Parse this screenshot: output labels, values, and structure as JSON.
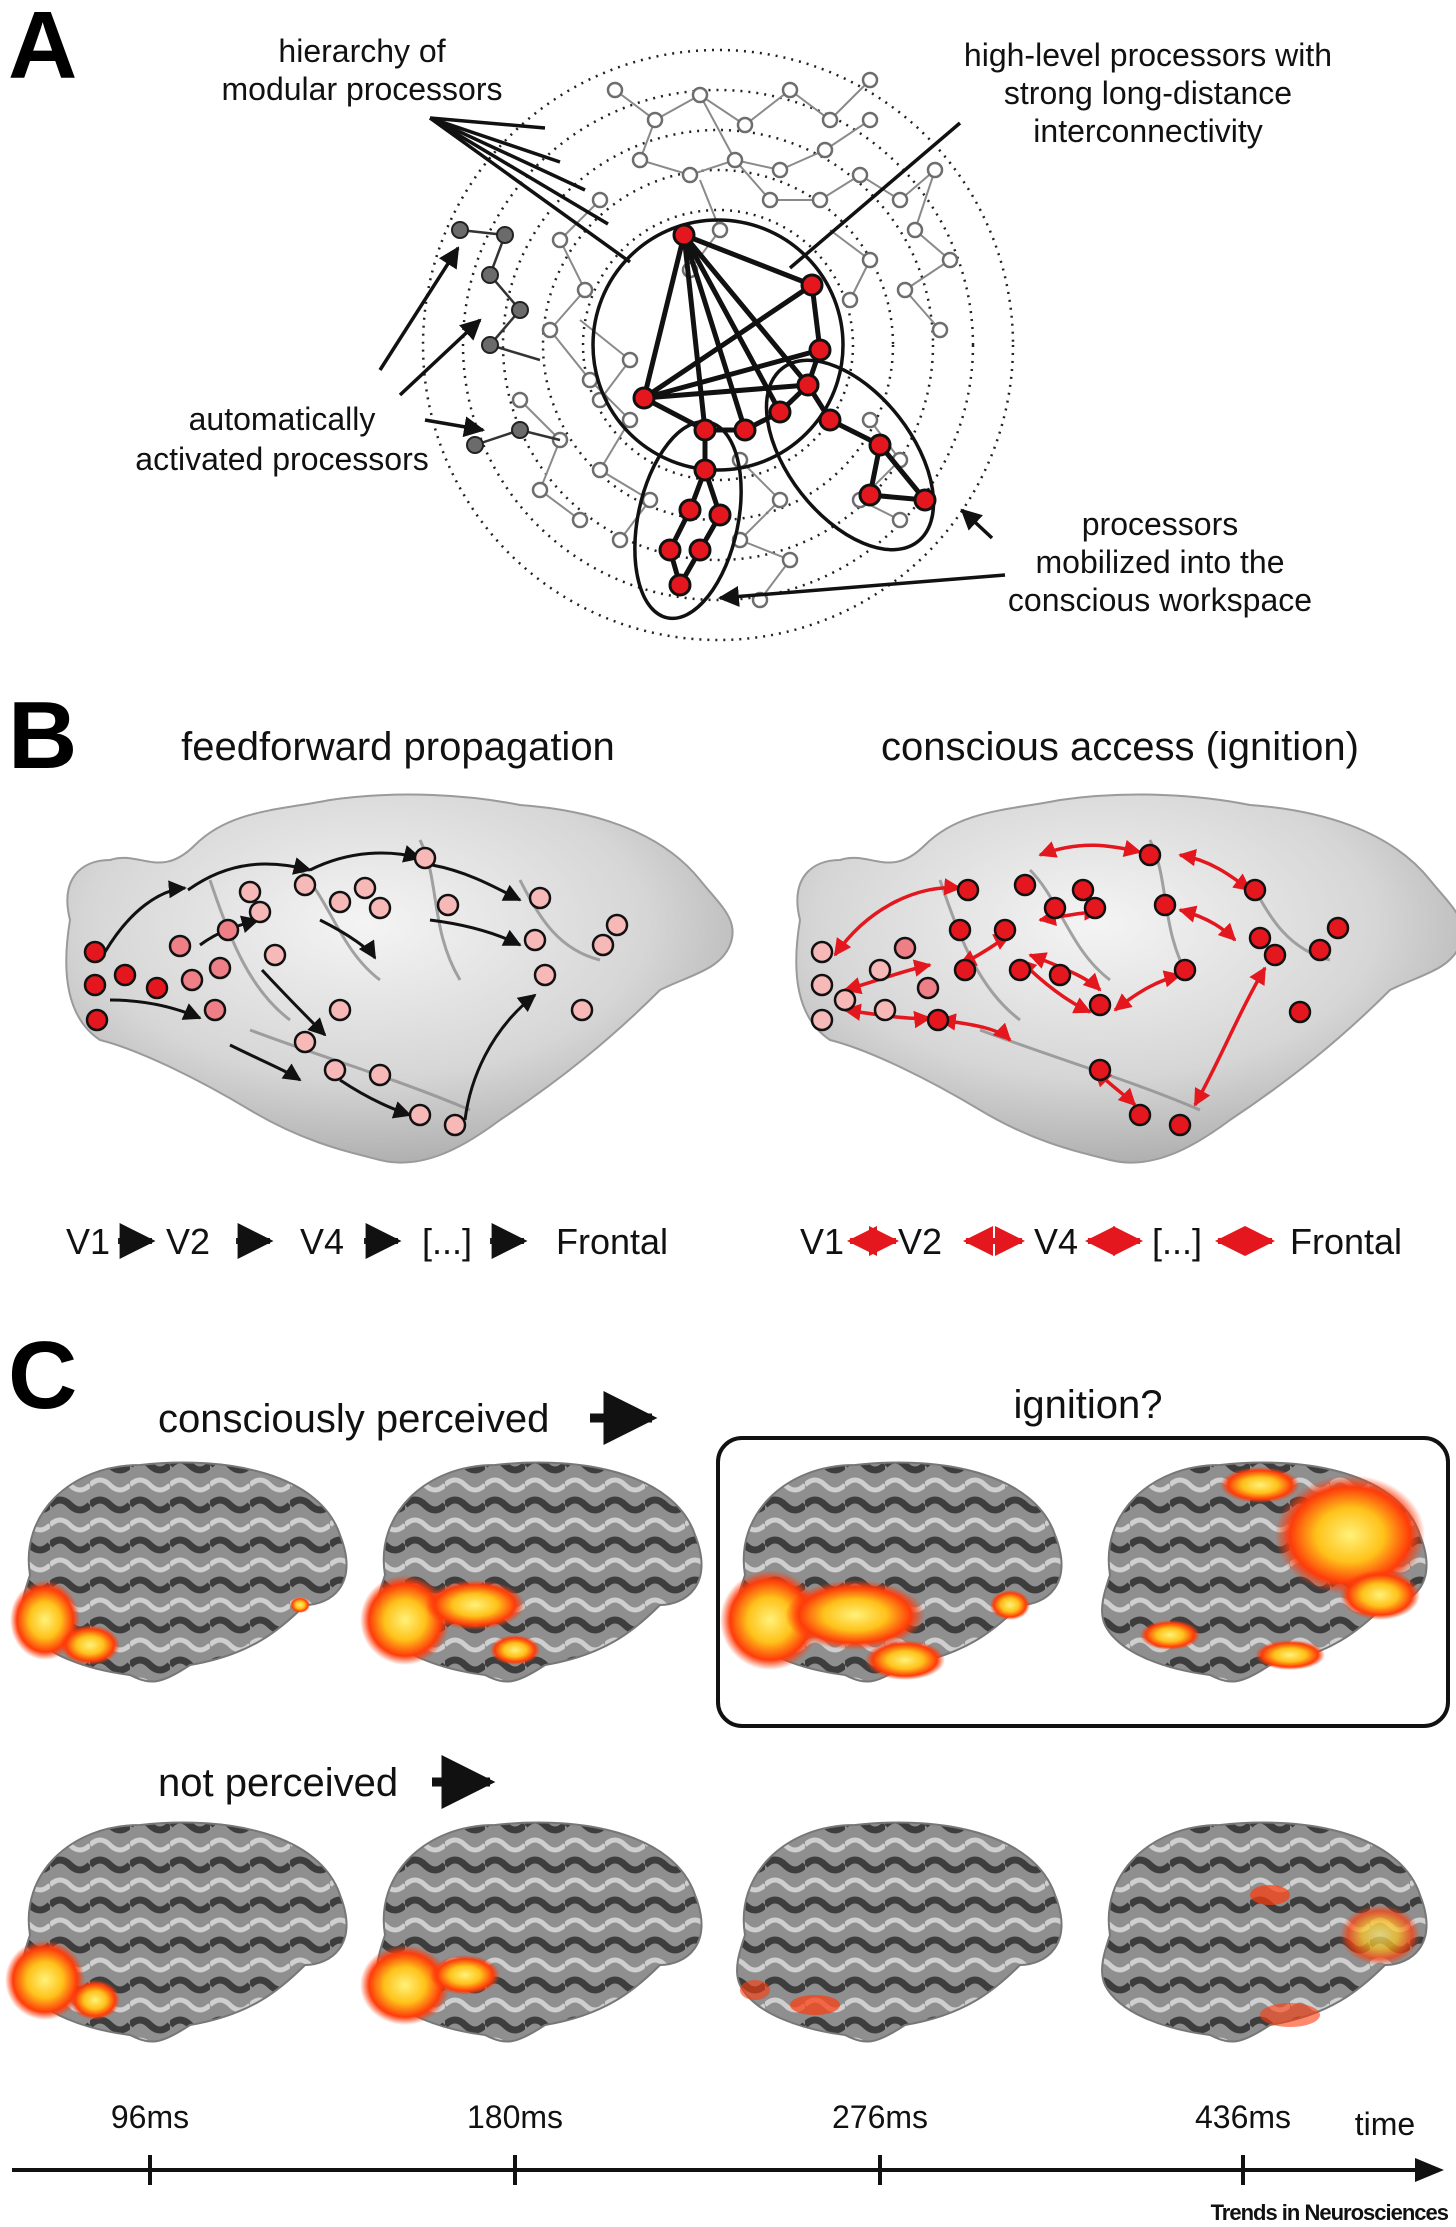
{
  "panel_a": {
    "letter": "A",
    "label_hierarchy_1": "hierarchy of",
    "label_hierarchy_2": "modular processors",
    "label_highlevel_1": "high-level processors with",
    "label_highlevel_2": "strong long-distance",
    "label_highlevel_3": "interconnectivity",
    "label_auto_1": "automatically",
    "label_auto_2": "activated processors",
    "label_mobilized_1": "processors",
    "label_mobilized_2": "mobilized into the",
    "label_mobilized_3": "conscious workspace"
  },
  "panel_b": {
    "letter": "B",
    "title_left": "feedforward propagation",
    "title_right": "conscious access (ignition)",
    "left_sequence": [
      "V1",
      "V2",
      "V4",
      "[...]",
      "Frontal"
    ],
    "right_sequence": [
      "V1",
      "V2",
      "V4",
      "[...]",
      "Frontal"
    ]
  },
  "panel_c": {
    "letter": "C",
    "label_perceived": "consciously perceived",
    "label_not_perceived": "not perceived",
    "label_ignition": "ignition?",
    "time_labels": [
      "96ms",
      "180ms",
      "276ms",
      "436ms"
    ],
    "time_axis_label": "time"
  },
  "credit": "Trends in Neurosciences",
  "colors": {
    "active_node": "#e3171d",
    "weak_node": "#f7b8b8",
    "mid_node": "#ee7f86",
    "auto_node": "#6b6b6b",
    "arrow_red": "#e3171d"
  }
}
